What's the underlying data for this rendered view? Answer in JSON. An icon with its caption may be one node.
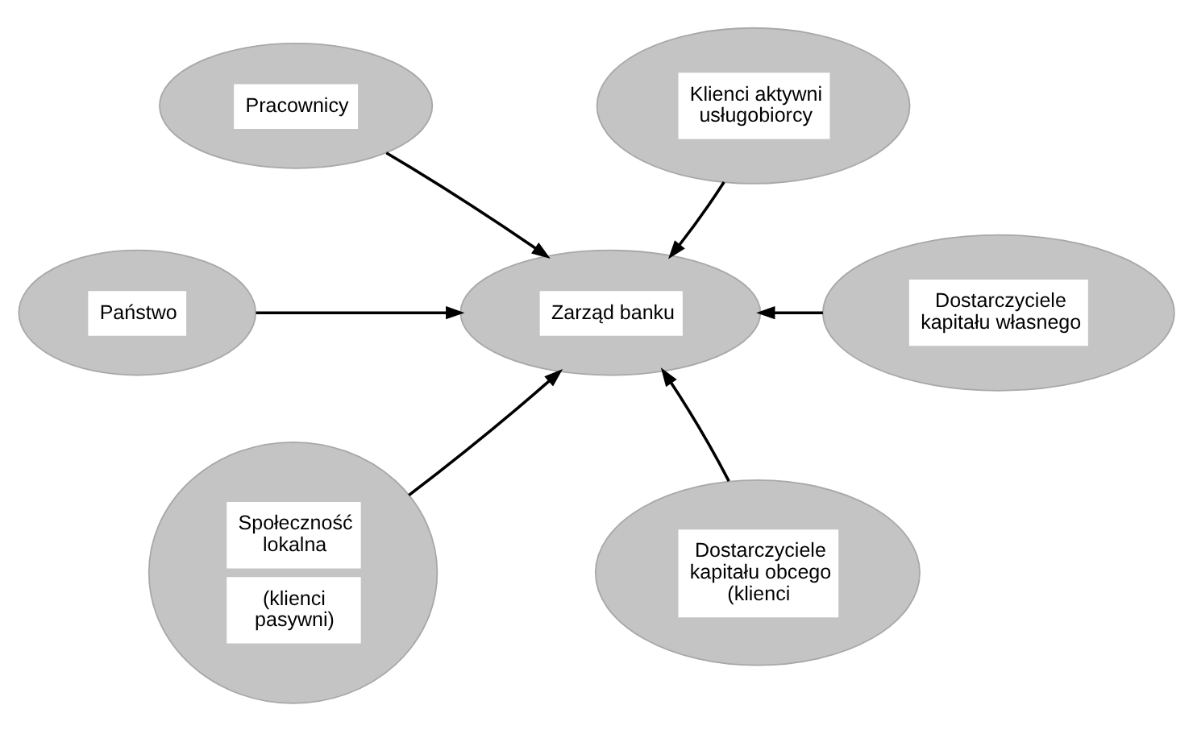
{
  "diagram": {
    "nodes": [
      {
        "text": [
          "Pracownicy"
        ]
      },
      {
        "text": [
          "Klienci aktywni usługobiorcy"
        ]
      },
      {
        "text": [
          "Państwo"
        ]
      },
      {
        "text": [
          "Zarząd banku"
        ]
      },
      {
        "text": [
          "Dostarczyciele kapitału własnego"
        ]
      },
      {
        "text": [
          "Społeczność lokalna",
          "(klienci pasywni)"
        ]
      },
      {
        "text": [
          "Dostarczyciele kapitału obcego (klienci"
        ]
      }
    ],
    "edges": [
      {
        "from": 0,
        "to": 3,
        "arrow": "to"
      },
      {
        "from": 1,
        "to": 3,
        "arrow": "to"
      },
      {
        "from": 2,
        "to": 3,
        "arrow": "to"
      },
      {
        "from": 4,
        "to": 3,
        "arrow": "to"
      },
      {
        "from": 5,
        "to": 3,
        "arrow": "to"
      },
      {
        "from": 6,
        "to": 3,
        "arrow": "to"
      }
    ]
  }
}
